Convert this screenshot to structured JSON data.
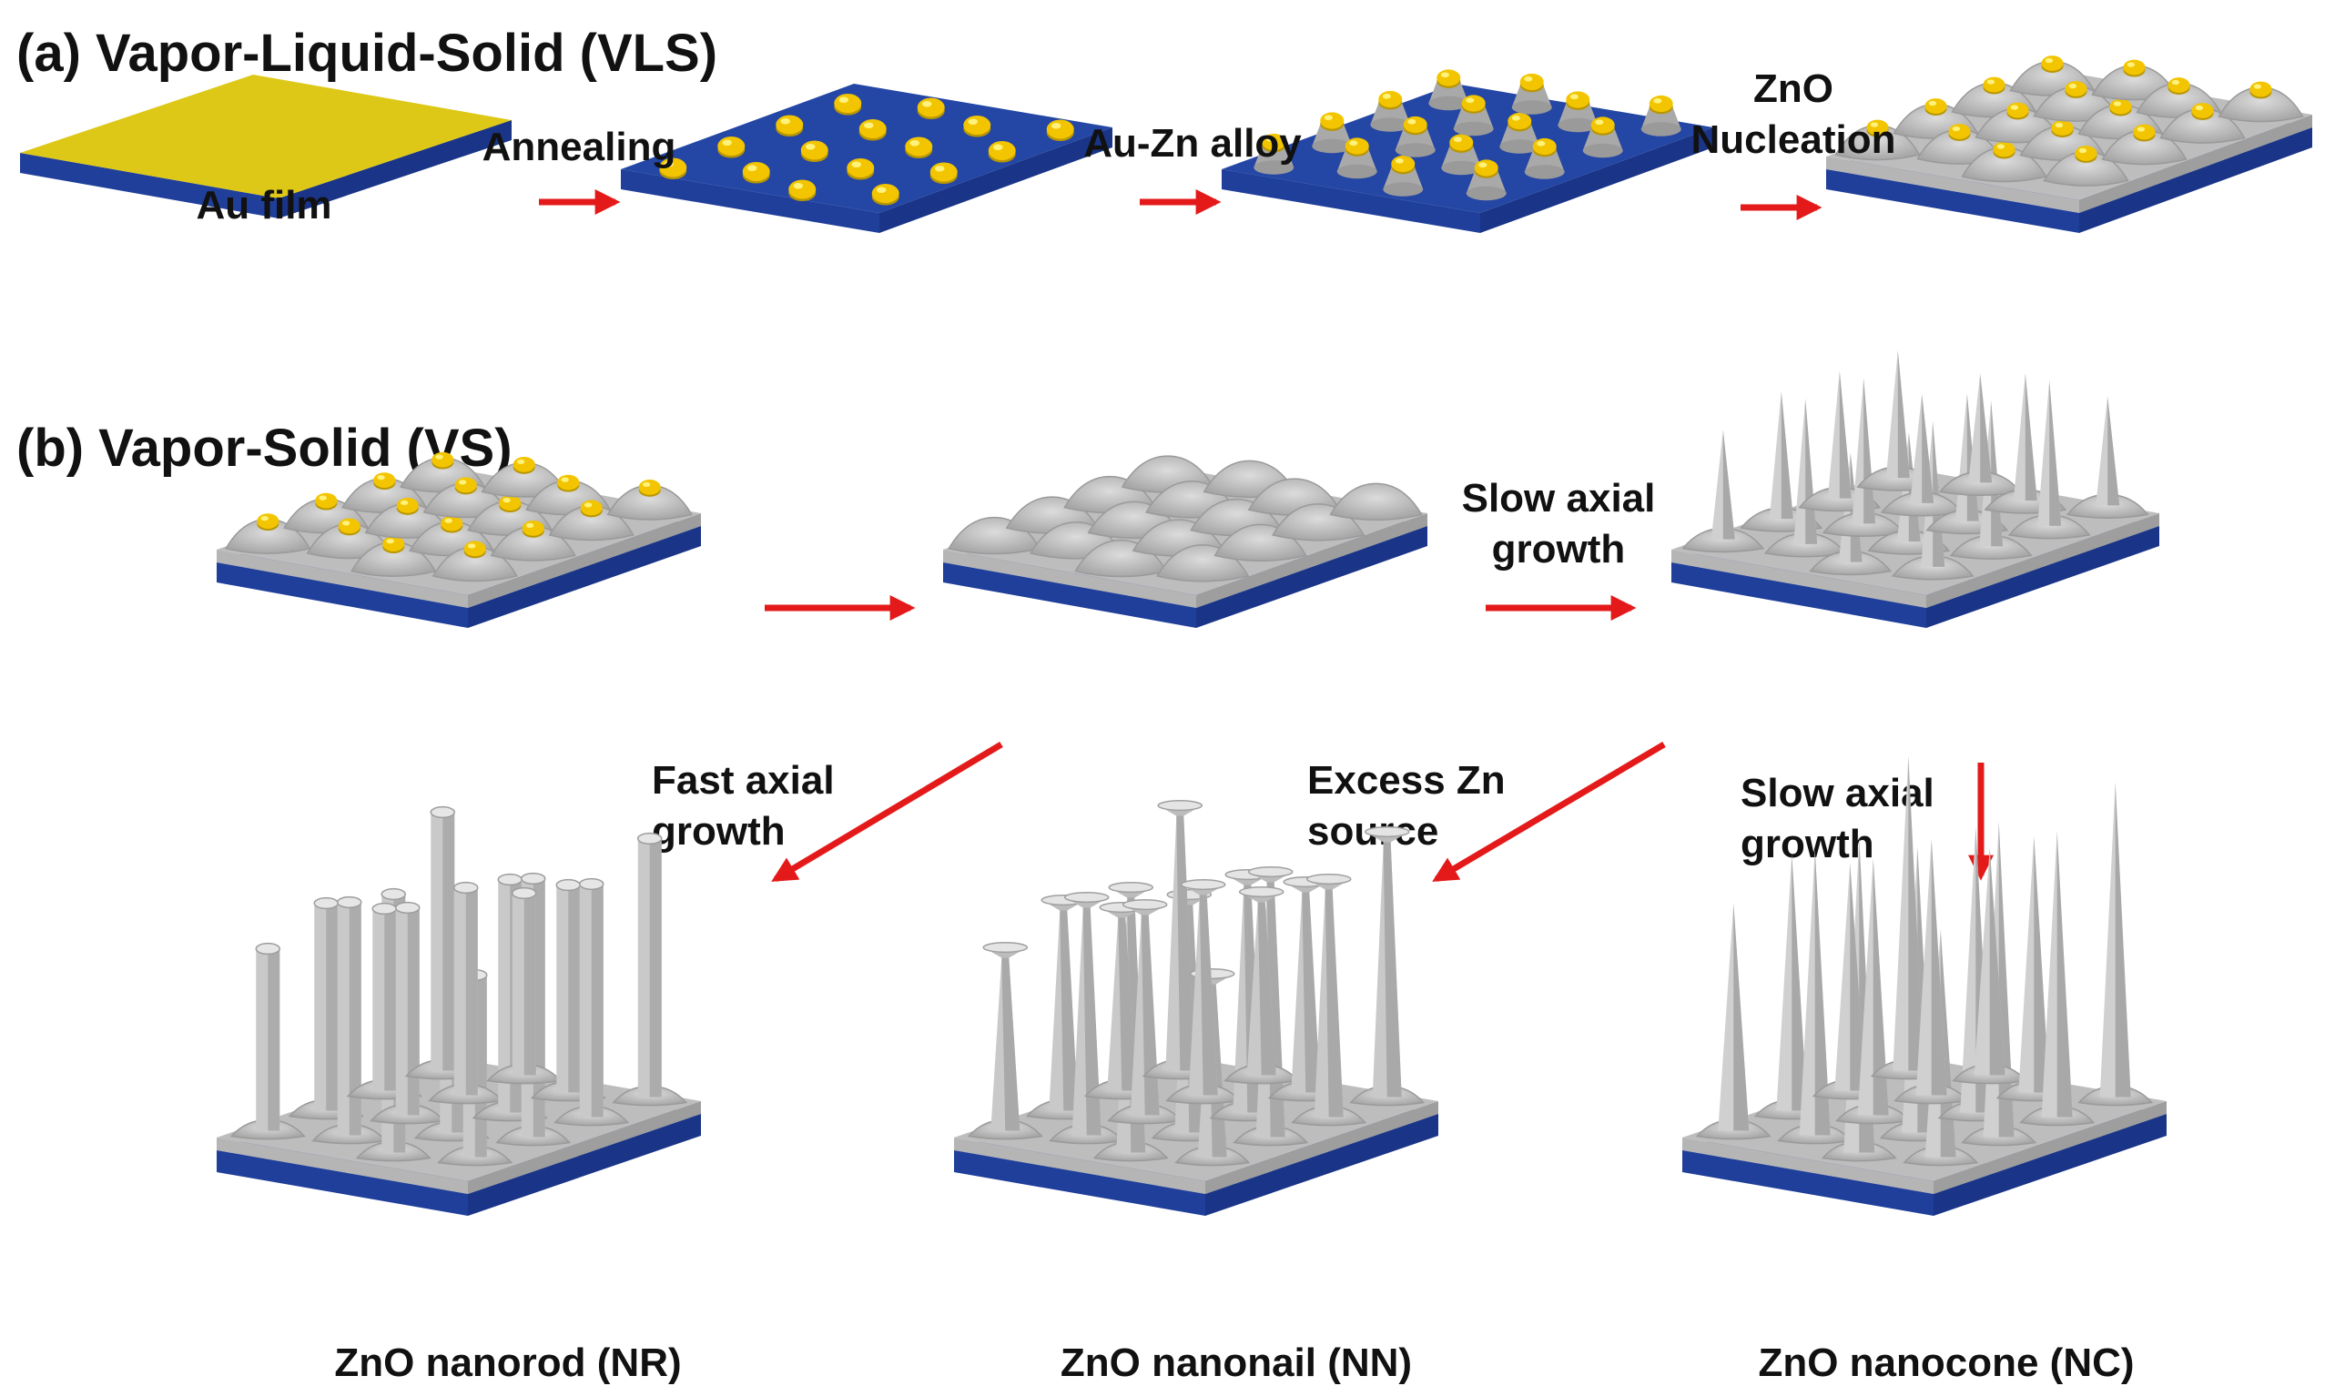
{
  "figure": {
    "section_a_title": "(a) Vapor-Liquid-Solid (VLS)",
    "section_b_title": "(b) Vapor-Solid (VS)",
    "film_label": "Au film",
    "steps": {
      "annealing": "Annealing",
      "au_zn_alloy": "Au-Zn alloy",
      "zno_nucleation_line1": "ZnO",
      "zno_nucleation_line2": "Nucleation",
      "slow_axial_top_line1": "Slow axial",
      "slow_axial_top_line2": "growth",
      "fast_axial_line1": "Fast axial",
      "fast_axial_line2": "growth",
      "excess_zn_line1": "Excess Zn",
      "excess_zn_line2": "source",
      "slow_axial_right_line1": "Slow axial",
      "slow_axial_right_line2": "growth"
    },
    "captions": {
      "nanorod": "ZnO nanorod (NR)",
      "nanonail": "ZnO nanonail (NN)",
      "nanocone": "ZnO nanocone (NC)"
    }
  },
  "colors": {
    "substrate_blue": "#1f3f9a",
    "gold": "#ddc817",
    "au_droplet": "#f2c500",
    "zno_gray": "#c9c9c9",
    "arrow_red": "#e41a1a"
  }
}
